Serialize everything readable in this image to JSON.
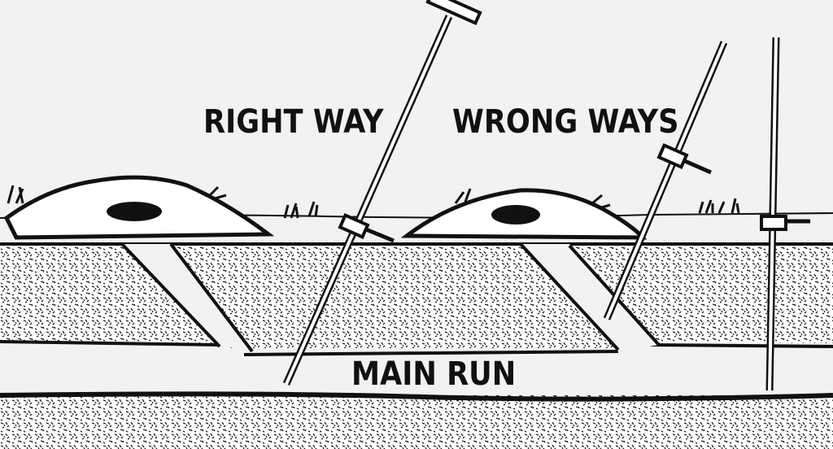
{
  "labels": {
    "right_way": "RIGHT WAY",
    "wrong_ways": "WRONG WAYS",
    "main_run": "MAIN RUN"
  },
  "colors": {
    "ink": "#111111",
    "background": "#f2f2f2",
    "soil": "#ffffff"
  },
  "icons": [
    "mole-hill-icon",
    "probe-rod-icon",
    "grass-tuft-icon"
  ]
}
